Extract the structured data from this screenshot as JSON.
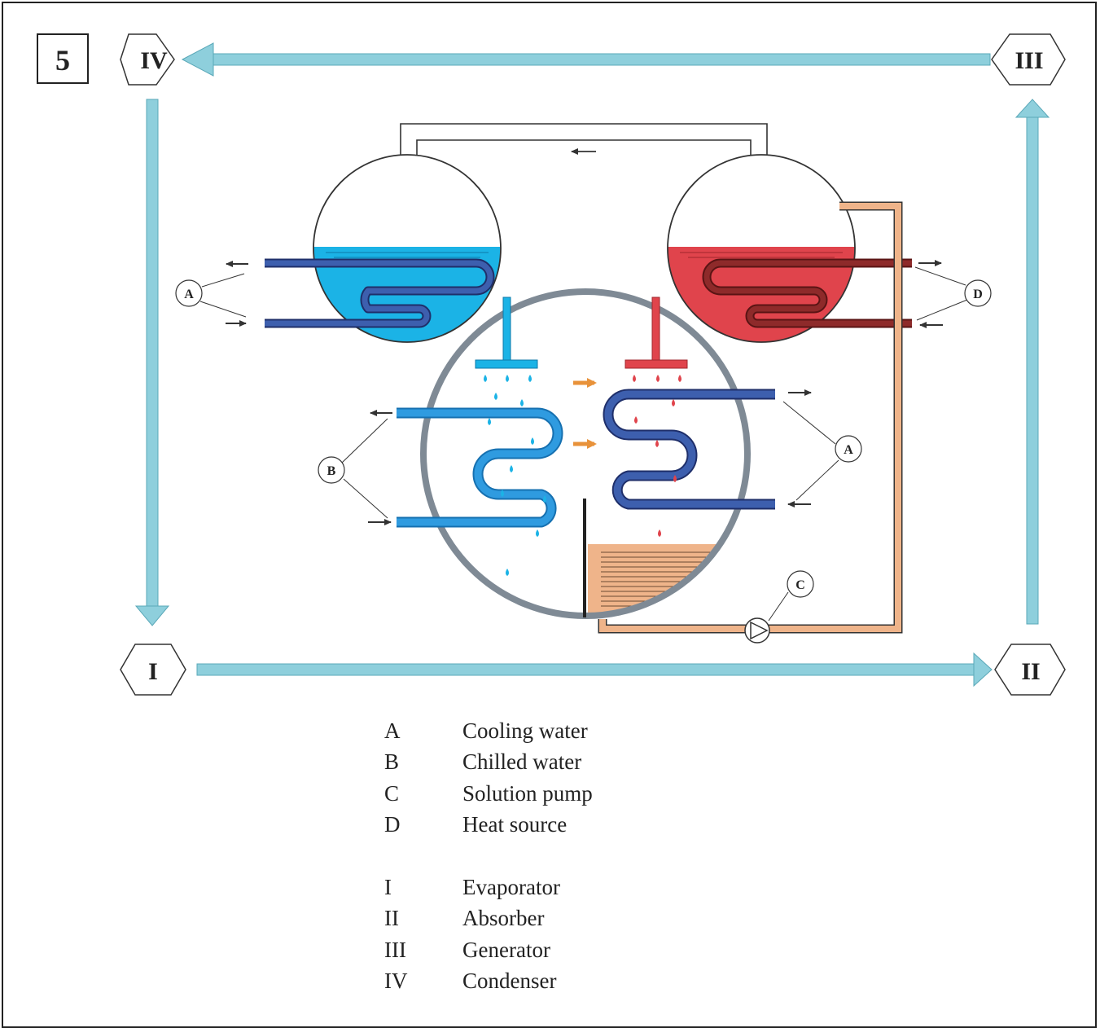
{
  "figure_number": "5",
  "stages": {
    "I": "I",
    "II": "II",
    "III": "III",
    "IV": "IV"
  },
  "callouts": {
    "a_left": "A",
    "a_right": "A",
    "b": "B",
    "c": "C",
    "d": "D"
  },
  "legend_letters": [
    {
      "key": "A",
      "label": "Cooling water"
    },
    {
      "key": "B",
      "label": "Chilled water"
    },
    {
      "key": "C",
      "label": "Solution pump"
    },
    {
      "key": "D",
      "label": "Heat source"
    }
  ],
  "legend_stages": [
    {
      "key": "I",
      "label": "Evaporator"
    },
    {
      "key": "II",
      "label": "Absorber"
    },
    {
      "key": "III",
      "label": "Generator"
    },
    {
      "key": "IV",
      "label": "Condenser"
    }
  ],
  "colors": {
    "cycle_arrow": "#8ecfdc",
    "cold_water": "#1bb3e6",
    "hot_solution": "#e0444c",
    "coil_dark_blue": "#34549e",
    "coil_dark_red": "#8e2a2a",
    "solution": "#efb48a",
    "shell": "#7f8a95",
    "orange_arrow": "#e8923a"
  }
}
